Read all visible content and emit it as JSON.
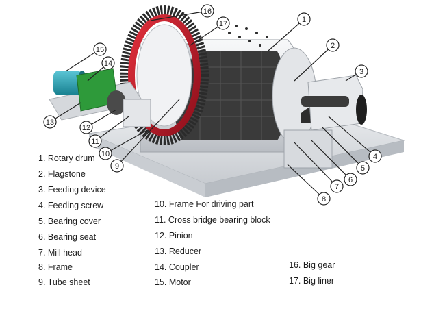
{
  "legend": {
    "items": [
      {
        "n": "1",
        "label": "1. Rotary drum"
      },
      {
        "n": "2",
        "label": "2. Flagstone"
      },
      {
        "n": "3",
        "label": "3. Feeding device"
      },
      {
        "n": "4",
        "label": "4. Feeding screw"
      },
      {
        "n": "5",
        "label": "5. Bearing cover"
      },
      {
        "n": "6",
        "label": "6. Bearing seat"
      },
      {
        "n": "7",
        "label": "7. Mill head"
      },
      {
        "n": "8",
        "label": "8. Frame"
      },
      {
        "n": "9",
        "label": "9. Tube sheet"
      },
      {
        "n": "10",
        "label": "10. Frame For driving part"
      },
      {
        "n": "11",
        "label": "11. Cross bridge bearing block"
      },
      {
        "n": "12",
        "label": "12. Pinion"
      },
      {
        "n": "13",
        "label": "13. Reducer"
      },
      {
        "n": "14",
        "label": "14. Coupler"
      },
      {
        "n": "15",
        "label": "15. Motor"
      },
      {
        "n": "16",
        "label": "16. Big gear"
      },
      {
        "n": "17",
        "label": "17. Big liner"
      }
    ]
  },
  "callouts": [
    "1",
    "2",
    "3",
    "4",
    "5",
    "6",
    "7",
    "8",
    "9",
    "10",
    "11",
    "12",
    "13",
    "14",
    "15",
    "16",
    "17"
  ],
  "colors": {
    "motor": "#2aa6b8",
    "reducer": "#2e9a3a",
    "gear_ring": "#c0182a",
    "drum": "#e9ebee",
    "liner": "#3a3a3a",
    "frame": "#dcdfe3",
    "leader": "#222222"
  }
}
